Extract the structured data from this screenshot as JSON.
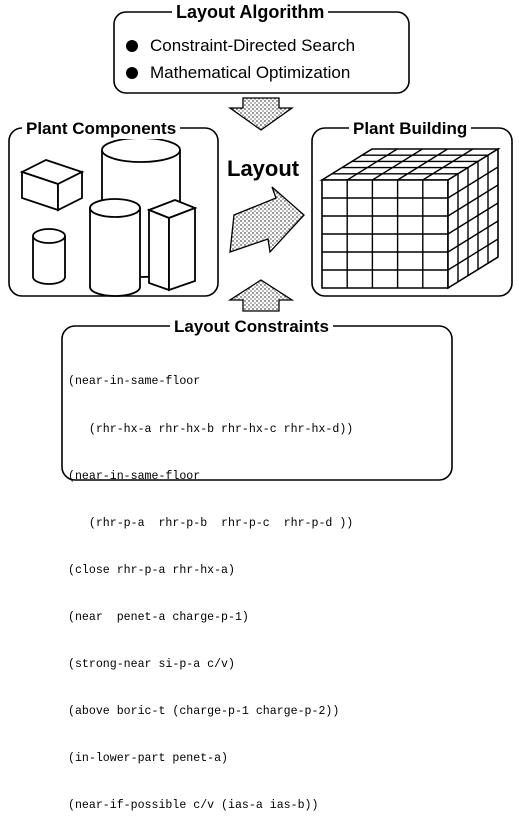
{
  "algorithm": {
    "title": "Layout Algorithm",
    "items": [
      "Constraint-Directed Search",
      "Mathematical Optimization"
    ]
  },
  "components": {
    "title": "Plant Components"
  },
  "building": {
    "title": "Plant Building"
  },
  "center_label": "Layout",
  "constraints": {
    "title": "Layout Constraints",
    "lines": [
      "(near-in-same-floor",
      "   (rhr-hx-a rhr-hx-b rhr-hx-c rhr-hx-d))",
      "(near-in-same-floor",
      "   (rhr-p-a  rhr-p-b  rhr-p-c  rhr-p-d ))",
      "(close rhr-p-a rhr-hx-a)",
      "(near  penet-a charge-p-1)",
      "(strong-near si-p-a c/v)",
      "(above boric-t (charge-p-1 charge-p-2))",
      "(in-lower-part penet-a)",
      "(near-if-possible c/v (ias-a ias-b))"
    ]
  },
  "colors": {
    "ink": "#000000",
    "arrow_fill": "#9a9a9a",
    "background": "#ffffff"
  }
}
